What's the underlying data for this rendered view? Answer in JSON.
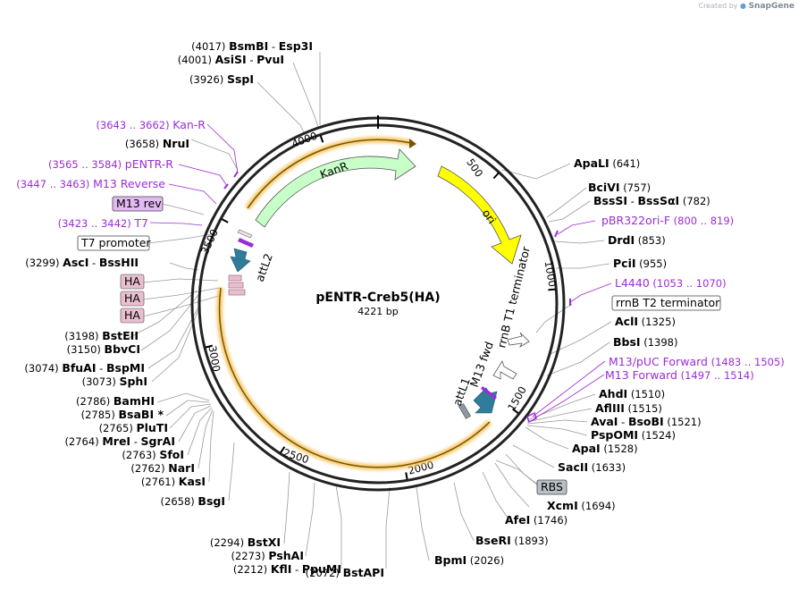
{
  "watermark": {
    "prefix": "Created by",
    "brand": "SnapGene"
  },
  "plasmid": {
    "name": "pENTR-Creb5(HA)",
    "size": "4221 bp"
  },
  "ticks": [
    "500",
    "1000",
    "1500",
    "2000",
    "2500",
    "3000",
    "3500",
    "4000"
  ],
  "features": {
    "kanr": "KanR",
    "ori": "ori",
    "attl2": "attL2",
    "attl1": "attL1",
    "m13fwd": "M13 fwd",
    "rrnbt1": "rrnB T1 terminator"
  },
  "left_labels": [
    {
      "pos": "(4017)",
      "name": "BsmBI",
      "sep": "-",
      "name2": "Esp3I"
    },
    {
      "pos": "(4001)",
      "name": "AsiSI",
      "sep": "-",
      "name2": "PvuI"
    },
    {
      "pos": "(3926)",
      "name": "SspI"
    },
    {
      "pos": "(3658)",
      "name": "NruI"
    },
    {
      "pos": "(3299)",
      "name": "AscI",
      "sep": "-",
      "name2": "BssHII"
    },
    {
      "pos": "(3198)",
      "name": "BstEII"
    },
    {
      "pos": "(3150)",
      "name": "BbvCI"
    },
    {
      "pos": "(3074)",
      "name": "BfuAI",
      "sep": "-",
      "name2": "BspMI"
    },
    {
      "pos": "(3073)",
      "name": "SphI"
    },
    {
      "pos": "(2786)",
      "name": "BamHI"
    },
    {
      "pos": "(2785)",
      "name": "BsaBI *"
    },
    {
      "pos": "(2765)",
      "name": "PluTI"
    },
    {
      "pos": "(2764)",
      "name": "MreI",
      "sep": "-",
      "name2": "SgrAI"
    },
    {
      "pos": "(2763)",
      "name": "SfoI"
    },
    {
      "pos": "(2762)",
      "name": "NarI"
    },
    {
      "pos": "(2761)",
      "name": "KasI"
    },
    {
      "pos": "(2658)",
      "name": "BsgI"
    },
    {
      "pos": "(2294)",
      "name": "BstXI"
    },
    {
      "pos": "(2273)",
      "name": "PshAI"
    },
    {
      "pos": "(2212)",
      "name": "KflI",
      "sep": "-",
      "name2": "PpuMI"
    },
    {
      "pos": "(2072)",
      "name": "BstAPI"
    }
  ],
  "right_labels": [
    {
      "name": "ApaLI",
      "pos": "(641)"
    },
    {
      "name": "BciVI",
      "pos": "(757)"
    },
    {
      "name": "BssSI",
      "sep": "-",
      "name2": "BssSαI",
      "pos": "(782)"
    },
    {
      "name": "DrdI",
      "pos": "(853)"
    },
    {
      "name": "PciI",
      "pos": "(955)"
    },
    {
      "name": "AclI",
      "pos": "(1325)"
    },
    {
      "name": "BbsI",
      "pos": "(1398)"
    },
    {
      "name": "AhdI",
      "pos": "(1510)"
    },
    {
      "name": "AflIII",
      "pos": "(1515)"
    },
    {
      "name": "AvaI",
      "sep": "-",
      "name2": "BsoBI",
      "pos": "(1521)"
    },
    {
      "name": "PspOMI",
      "pos": "(1524)"
    },
    {
      "name": "ApaI",
      "pos": "(1528)"
    },
    {
      "name": "SacII",
      "pos": "(1633)"
    },
    {
      "name": "XcmI",
      "pos": "(1694)"
    },
    {
      "name": "AfeI",
      "pos": "(1746)"
    },
    {
      "name": "BseRI",
      "pos": "(1893)"
    },
    {
      "name": "BpmI",
      "pos": "(2026)"
    }
  ],
  "primers": [
    {
      "pos": "(3643 .. 3662)",
      "name": "Kan-R"
    },
    {
      "pos": "(3565 .. 3584)",
      "name": "pENTR-R"
    },
    {
      "pos": "(3447 .. 3463)",
      "name": "M13 Reverse"
    },
    {
      "pos": "(3423 .. 3442)",
      "name": "T7"
    },
    {
      "name": "pBR322ori-F",
      "pos": "(800 .. 819)"
    },
    {
      "name": "L4440",
      "pos": "(1053 .. 1070)"
    },
    {
      "name": "M13/pUC Forward",
      "pos": "(1483 .. 1505)"
    },
    {
      "name": "M13 Forward",
      "pos": "(1497 .. 1514)"
    }
  ],
  "boxes": {
    "m13rev": "M13 rev",
    "t7promoter": "T7 promoter",
    "ha": [
      "HA",
      "HA",
      "HA"
    ],
    "rrnbt2": "rrnB T2 terminator",
    "rbs": "RBS"
  },
  "colors": {
    "kanr": "#c8ffc8",
    "ori": "#ffff00",
    "att": "#2e7d9a",
    "ha": "#e9bfd0",
    "primer": "#9c2cd6",
    "orf_glow": "#f5c45a"
  }
}
